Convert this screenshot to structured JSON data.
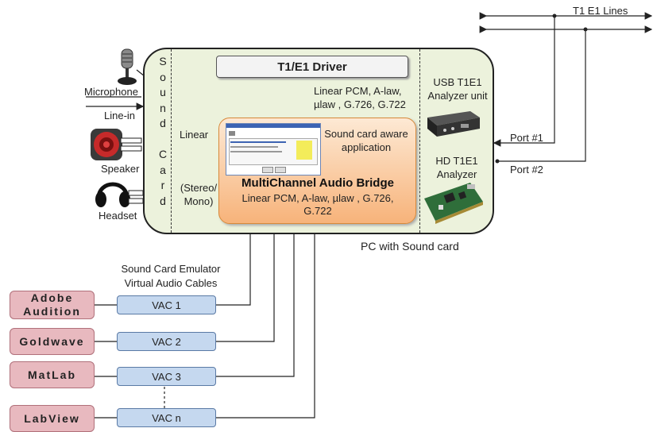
{
  "t1_lines_label": "T1 E1 Lines",
  "pc_caption": "PC with Sound card",
  "sound_card_letters": [
    "S",
    "o",
    "u",
    "n",
    "d",
    "",
    "C",
    "a",
    "r",
    "d"
  ],
  "driver_label": "T1/E1 Driver",
  "driver_formats": "Linear PCM, A-law, µlaw , G.726, G.722",
  "bridge": {
    "app_label": "Sound card aware application",
    "title": "MultiChannel Audio Bridge",
    "formats": "Linear PCM, A-law, µlaw , G.726, G.722"
  },
  "linear_label": "Linear",
  "stereo_label": "(Stereo/ Mono)",
  "devices": {
    "microphone": "Microphone",
    "line_in": "Line-in",
    "speaker": "Speaker",
    "headset": "Headset"
  },
  "analyzers": {
    "usb": "USB T1E1 Analyzer unit",
    "hd": "HD T1E1 Analyzer"
  },
  "ports": {
    "port1": "Port #1",
    "port2": "Port #2"
  },
  "emulator_caption": "Sound Card Emulator Virtual Audio Cables",
  "software": [
    "Adobe Audition",
    "Goldwave",
    "MatLab",
    "LabView"
  ],
  "vacs": [
    "VAC 1",
    "VAC 2",
    "VAC 3",
    "VAC n"
  ]
}
